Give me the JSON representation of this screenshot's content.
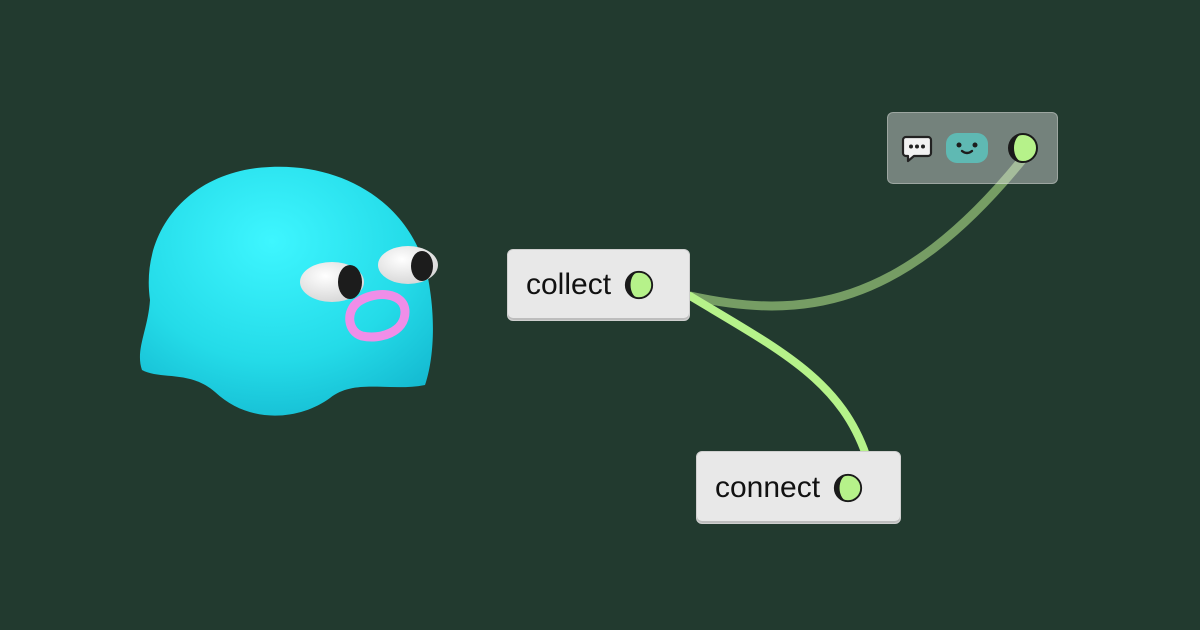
{
  "nodes": {
    "collect": {
      "label": "collect",
      "toggle_icon": "half-moon-toggle-icon"
    },
    "connect": {
      "label": "connect",
      "toggle_icon": "half-moon-toggle-icon"
    }
  },
  "toolbar": {
    "icons": [
      "chat-bubble-icon",
      "smile-face-icon",
      "half-moon-toggle-icon"
    ]
  },
  "mascot": {
    "icon": "blob-creature-mascot"
  },
  "colors": {
    "background": "#223a2f",
    "node_bg": "#e8e8e8",
    "wire_active": "#b6f28a",
    "wire_muted": "#7fa86a",
    "mascot_body": "#2ee6f0",
    "mascot_mouth": "#f08ee8"
  }
}
